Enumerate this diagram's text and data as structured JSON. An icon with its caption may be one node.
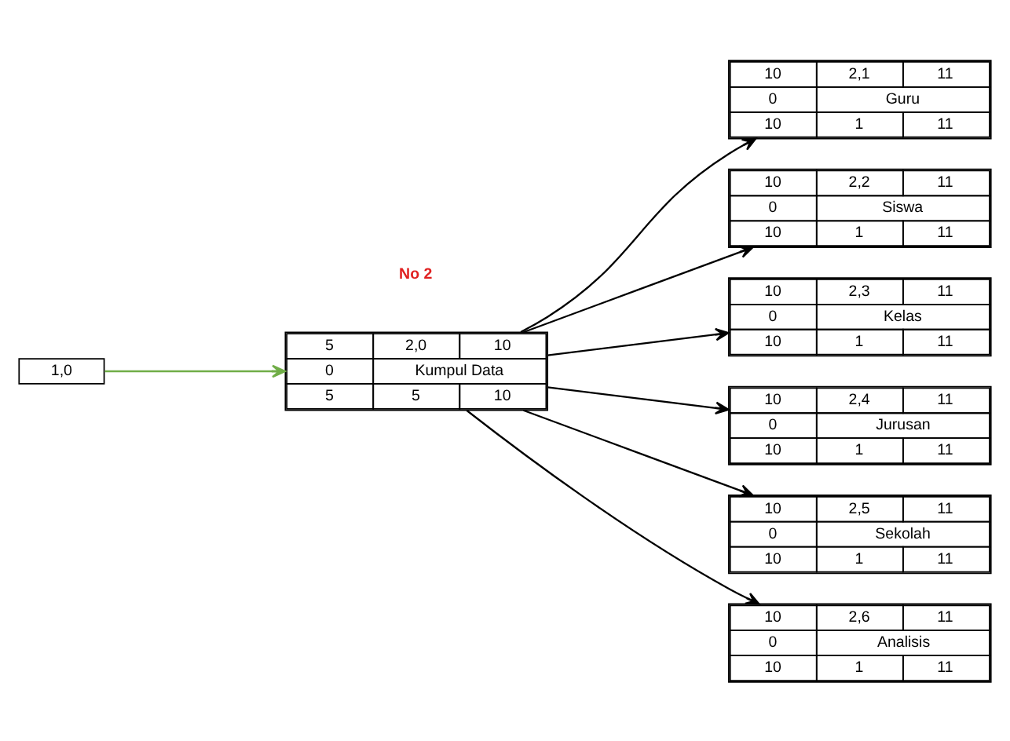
{
  "diagram": {
    "nodes": [
      {
        "text": [
          "1,0"
        ]
      },
      {
        "text": [
          "5",
          "2,0",
          "10",
          "0",
          "Kumpul Data",
          "5",
          "5",
          "10"
        ]
      },
      {
        "text": [
          "10",
          "2,1",
          "11",
          "0",
          "Guru",
          "10",
          "1",
          "11"
        ]
      },
      {
        "text": [
          "10",
          "2,2",
          "11",
          "0",
          "Siswa",
          "10",
          "1",
          "11"
        ]
      },
      {
        "text": [
          "10",
          "2,3",
          "11",
          "0",
          "Kelas",
          "10",
          "1",
          "11"
        ]
      },
      {
        "text": [
          "10",
          "2,4",
          "11",
          "0",
          "Jurusan",
          "10",
          "1",
          "11"
        ]
      },
      {
        "text": [
          "10",
          "2,5",
          "11",
          "0",
          "Sekolah",
          "10",
          "1",
          "11"
        ]
      },
      {
        "text": [
          "10",
          "2,6",
          "11",
          "0",
          "Analisis",
          "10",
          "1",
          "11"
        ]
      }
    ],
    "edges": [
      {
        "from": 0,
        "to": 1,
        "arrow": "to",
        "color": "#70ad47"
      },
      {
        "from": 1,
        "to": 2,
        "arrow": "to"
      },
      {
        "from": 1,
        "to": 3,
        "arrow": "to"
      },
      {
        "from": 1,
        "to": 4,
        "arrow": "to"
      },
      {
        "from": 1,
        "to": 5,
        "arrow": "to"
      },
      {
        "from": 1,
        "to": 6,
        "arrow": "to"
      },
      {
        "from": 1,
        "to": 7,
        "arrow": "to"
      }
    ],
    "labels": [
      "No 2"
    ]
  }
}
